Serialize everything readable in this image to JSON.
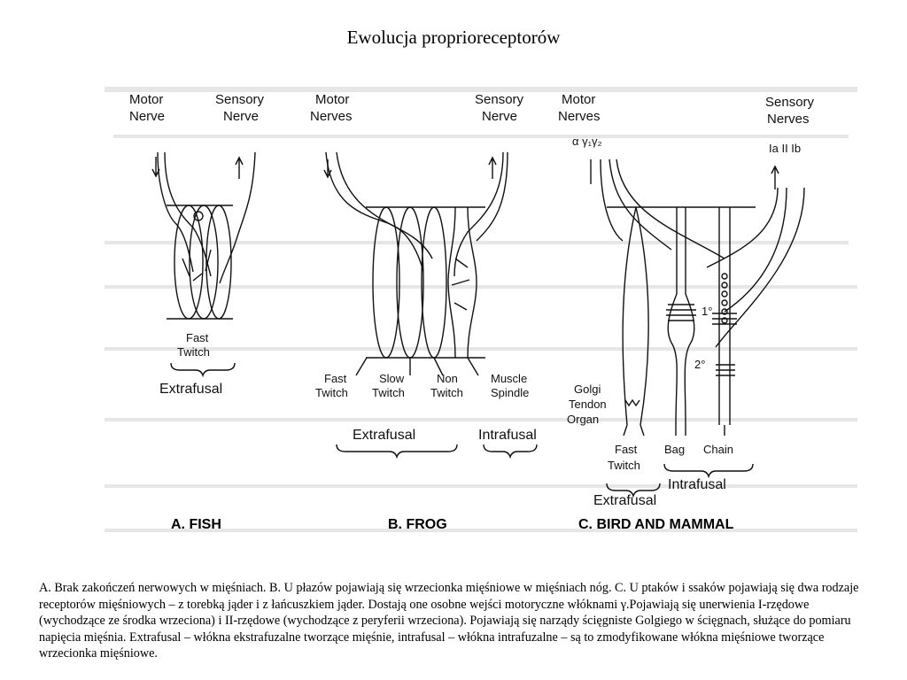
{
  "title": "Ewolucja proprioreceptorów",
  "panels": {
    "fish": {
      "motor": "Motor\nNerve",
      "sensory": "Sensory\nNerve",
      "fiber": "Fast\nTwitch",
      "group": "Extrafusal",
      "caption": "A.  FISH"
    },
    "frog": {
      "motor": "Motor\nNerves",
      "sensory": "Sensory\nNerve",
      "fast": "Fast\nTwitch",
      "slow": "Slow\nTwitch",
      "non": "Non\nTwitch",
      "spindle": "Muscle\nSpindle",
      "extrafusal": "Extrafusal",
      "intrafusal": "Intrafusal",
      "caption": "B.  FROG"
    },
    "bird": {
      "motor": "Motor\nNerves",
      "motor_greek": "α γ₁γ₂",
      "sensory": "Sensory\nNerves",
      "sensory_types": "Ia  II  Ib",
      "golgi": "Golgi\nTendon\nOrgan",
      "primary": "1°",
      "secondary": "2°",
      "fast": "Fast\nTwitch",
      "bag": "Bag",
      "chain": "Chain",
      "intrafusal": "Intrafusal",
      "extrafusal": "Extrafusal",
      "caption": "C.  BIRD AND MAMMAL"
    }
  },
  "description": "A. Brak zakończeń nerwowych w mięśniach. B. U płazów pojawiają się wrzecionka mięśniowe w mięśniach nóg. C. U ptaków i ssaków pojawiają się dwa rodzaje receptorów mięśniowych – z torebką jąder i z łańcuszkiem jąder. Dostają one osobne wejści motoryczne włóknami γ.Pojawiają się unerwienia I-rzędowe (wychodzące ze środka wrzeciona) i II-rzędowe (wychodzące z peryferii wrzeciona). Pojawiają się narządy ścięgniste Golgiego w ścięgnach, służące do pomiaru napięcia mięśnia. Extrafusal – włókna ekstrafuzalne tworzące mięśnie, intrafusal – włókna intrafuzalne – są to zmodyfikowane włókna mięśniowe tworzące wrzecionka mięśniowe."
}
